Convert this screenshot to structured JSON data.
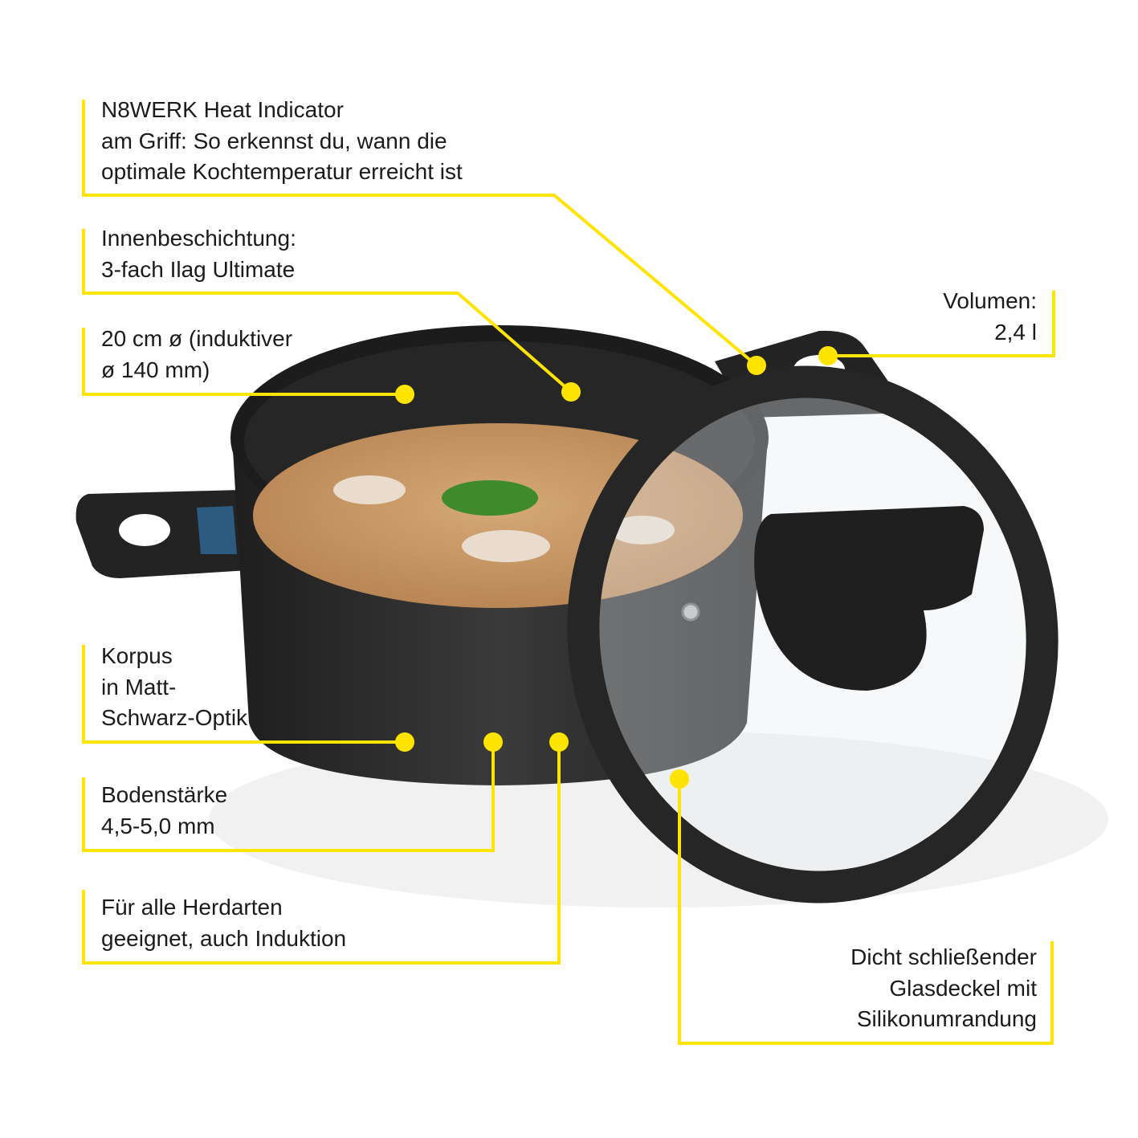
{
  "colors": {
    "accent": "#ffe400",
    "text": "#1b1b1b",
    "pot": "#2a2a2a",
    "soup": "#c99a66"
  },
  "callouts": [
    {
      "id": "heat-indicator",
      "lines": [
        "N8WERK Heat Indicator",
        "am Griff: So erkennst du, wann die",
        "optimale Kochtemperatur erreicht ist"
      ]
    },
    {
      "id": "coating",
      "lines": [
        "Innenbeschichtung:",
        "3-fach Ilag Ultimate"
      ]
    },
    {
      "id": "diameter",
      "lines": [
        "20 cm ø (induktiver",
        "ø 140 mm)"
      ]
    },
    {
      "id": "volume",
      "lines": [
        "Volumen:",
        "2,4 l"
      ]
    },
    {
      "id": "body",
      "lines": [
        "Korpus",
        "in Matt-",
        "Schwarz-Optik"
      ]
    },
    {
      "id": "base-thickness",
      "lines": [
        "Bodenstärke",
        "4,5-5,0 mm"
      ]
    },
    {
      "id": "stove-types",
      "lines": [
        "Für alle Herdarten",
        "geeignet, auch Induktion"
      ]
    },
    {
      "id": "glass-lid",
      "lines": [
        "Dicht schließender",
        "Glasdeckel mit",
        "Silikonumrandung"
      ]
    }
  ]
}
